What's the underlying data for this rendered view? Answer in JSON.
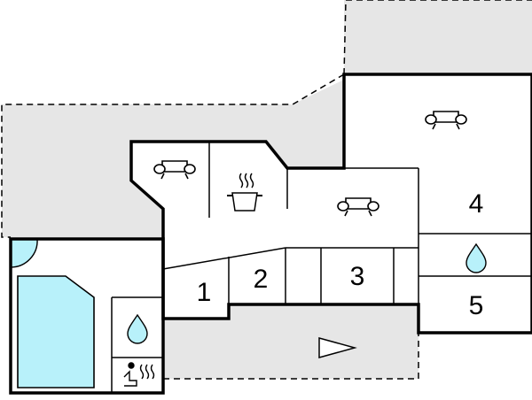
{
  "floorplan": {
    "colors": {
      "outdoor": "#e6e6e6",
      "indoor": "#ffffff",
      "pool": "#b8f1fa",
      "wall": "#000000"
    },
    "rooms": [
      {
        "label": "1",
        "type": "bedroom"
      },
      {
        "label": "2",
        "type": "bedroom"
      },
      {
        "label": "3",
        "type": "bedroom"
      },
      {
        "label": "4",
        "type": "bedroom"
      },
      {
        "label": "5",
        "type": "bedroom"
      }
    ],
    "icons": [
      "living-room-sofa-icon",
      "kitchen-pot-icon",
      "bathroom-water-drop-icon",
      "sauna-icon",
      "entrance-arrow-icon",
      "swimming-pool"
    ]
  }
}
